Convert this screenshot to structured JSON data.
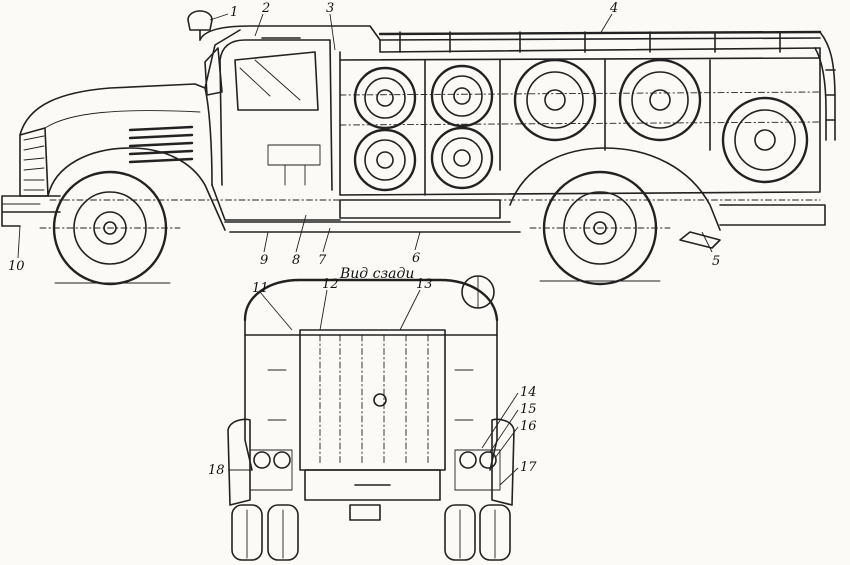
{
  "view_caption": "Вид сзади",
  "callouts": [
    "1",
    "2",
    "3",
    "4",
    "5",
    "6",
    "7",
    "8",
    "9",
    "10",
    "11",
    "12",
    "13",
    "14",
    "15",
    "16",
    "17",
    "18"
  ]
}
